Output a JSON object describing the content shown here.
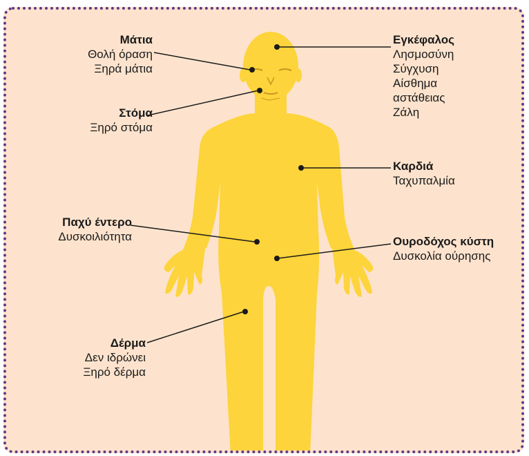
{
  "colors": {
    "background": "#fde3cd",
    "border": "#5e3a84",
    "body": "#fdd43b",
    "body_details": "#c9941e",
    "leader_line": "#1a1a1a"
  },
  "labels": {
    "eyes": {
      "title": "Μάτια",
      "lines": [
        "Θολή όραση",
        "Ξηρά μάτια"
      ]
    },
    "mouth": {
      "title": "Στόμα",
      "lines": [
        "Ξηρό στόμα"
      ]
    },
    "large_intestine": {
      "title": "Παχύ έντερο",
      "lines": [
        "Δυσκοιλιότητα"
      ]
    },
    "skin": {
      "title": "Δέρμα",
      "lines": [
        "Δεν ιδρώνει",
        "Ξηρό δέρμα"
      ]
    },
    "brain": {
      "title": "Εγκέφαλος",
      "lines": [
        "Λησμοσύνη",
        "Σύγχυση",
        "Αίσθημα",
        "αστάθειας",
        "Ζάλη"
      ]
    },
    "heart": {
      "title": "Καρδιά",
      "lines": [
        "Ταχυπαλμία"
      ]
    },
    "bladder": {
      "title": "Ουροδόχος κύστη",
      "lines": [
        "Δυσκολία ούρησης"
      ]
    }
  }
}
